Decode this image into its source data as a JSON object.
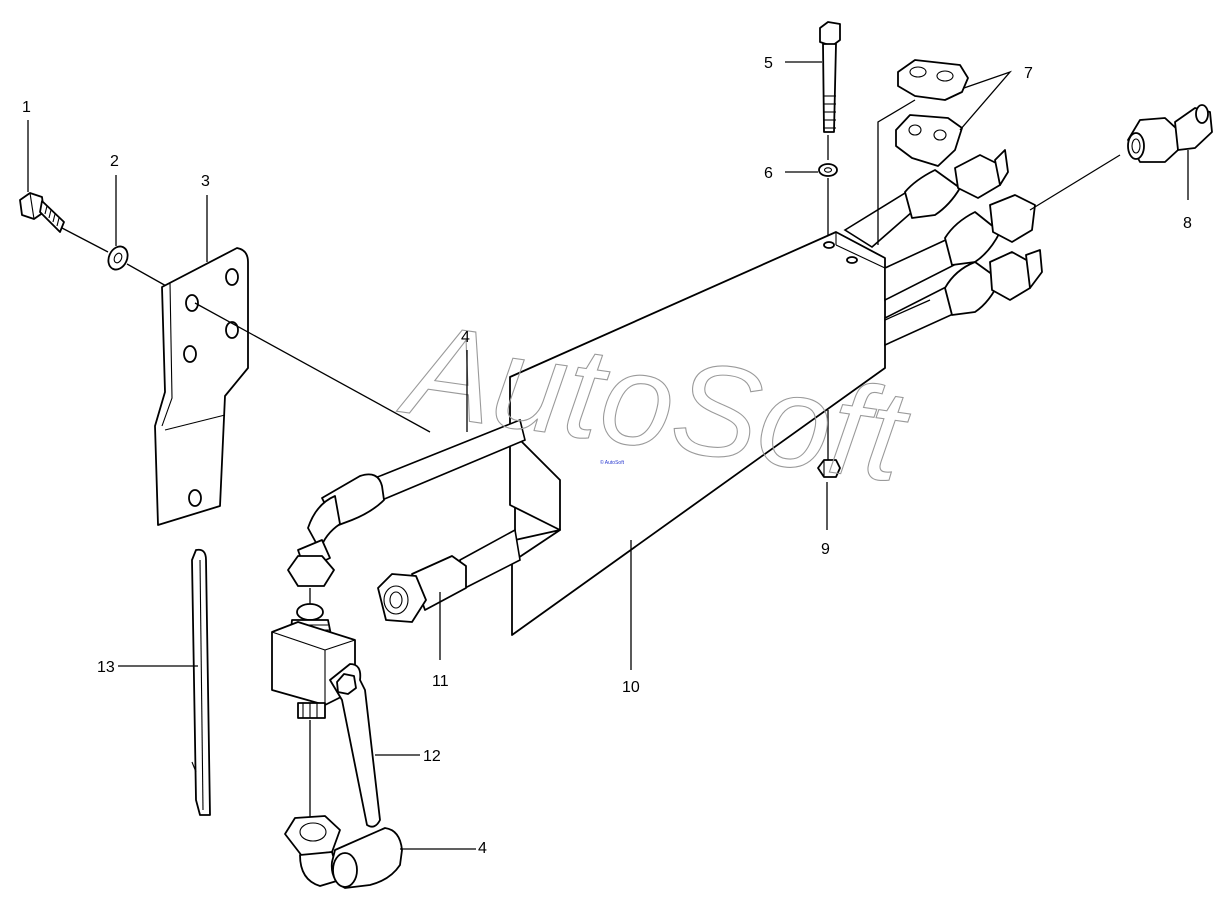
{
  "watermark": {
    "text": "AutoSoft",
    "tiny_text": "© AutoSoft"
  },
  "callouts": [
    {
      "id": "1",
      "label": "1"
    },
    {
      "id": "2",
      "label": "2"
    },
    {
      "id": "3",
      "label": "3"
    },
    {
      "id": "4a",
      "label": "4"
    },
    {
      "id": "4b",
      "label": "4"
    },
    {
      "id": "5",
      "label": "5"
    },
    {
      "id": "6",
      "label": "6"
    },
    {
      "id": "7",
      "label": "7"
    },
    {
      "id": "8",
      "label": "8"
    },
    {
      "id": "9",
      "label": "9"
    },
    {
      "id": "10",
      "label": "10"
    },
    {
      "id": "11",
      "label": "11"
    },
    {
      "id": "12",
      "label": "12"
    },
    {
      "id": "13",
      "label": "13"
    }
  ],
  "colors": {
    "line": "#000000",
    "watermark": "#9a9a9a",
    "background": "#ffffff"
  }
}
